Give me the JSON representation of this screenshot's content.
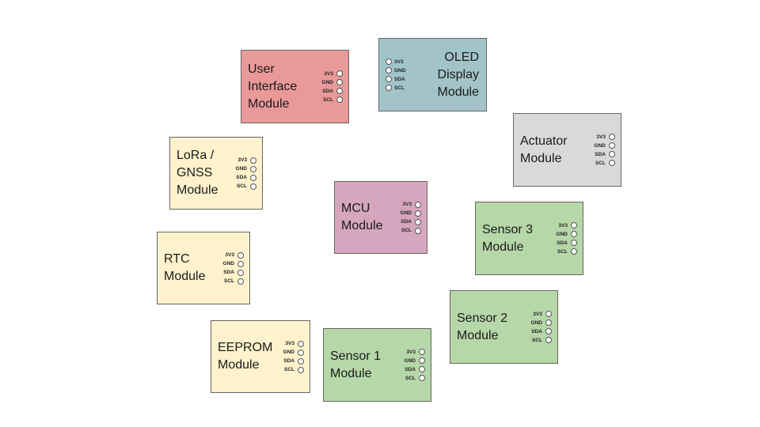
{
  "pin_labels": [
    "3V3",
    "GND",
    "SDA",
    "SCL"
  ],
  "modules": {
    "ui": {
      "lines": [
        "User",
        "Interface",
        "Module"
      ],
      "color": "#EA9999"
    },
    "oled": {
      "lines": [
        "OLED",
        "Display",
        "Module"
      ],
      "color": "#A2C4C9"
    },
    "actuator": {
      "lines": [
        "Actuator",
        "Module"
      ],
      "color": "#D9D9D9"
    },
    "lora": {
      "lines": [
        "LoRa /",
        "GNSS",
        "Module"
      ],
      "color": "#FFF2CC"
    },
    "mcu": {
      "lines": [
        "MCU",
        "Module"
      ],
      "color": "#D5A6BD"
    },
    "sensor3": {
      "lines": [
        "Sensor 3",
        "Module"
      ],
      "color": "#B6D7A8"
    },
    "rtc": {
      "lines": [
        "RTC",
        "Module"
      ],
      "color": "#FFF2CC"
    },
    "sensor2": {
      "lines": [
        "Sensor 2",
        "Module"
      ],
      "color": "#B6D7A8"
    },
    "eeprom": {
      "lines": [
        "EEPROM",
        "Module"
      ],
      "color": "#FFF2CC"
    },
    "sensor1": {
      "lines": [
        "Sensor 1",
        "Module"
      ],
      "color": "#B6D7A8"
    }
  }
}
